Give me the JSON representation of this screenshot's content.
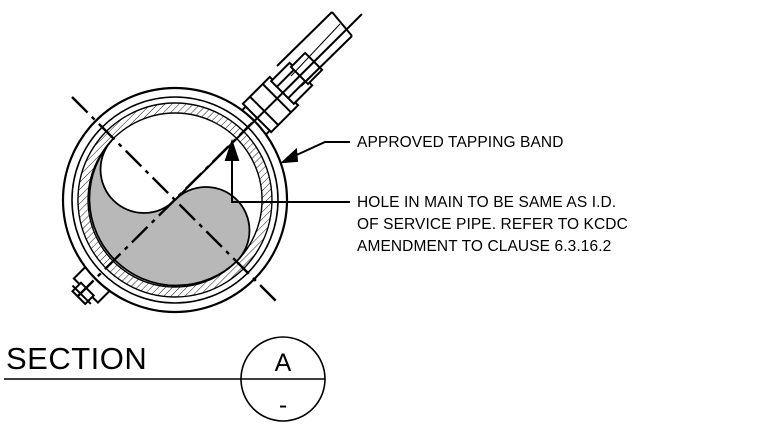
{
  "labels": {
    "tapping_band": "APPROVED TAPPING BAND",
    "hole_note_line1": "HOLE IN MAIN TO BE SAME AS I.D.",
    "hole_note_line2": "OF SERVICE PIPE. REFER TO KCDC",
    "hole_note_line3": "AMENDMENT TO CLAUSE 6.3.16.2"
  },
  "section_marker": {
    "title": "SECTION",
    "letter": "A",
    "sheet": "-"
  },
  "colors": {
    "ink": "#000000",
    "fill_grey": "#b8b8b8",
    "background": "#ffffff"
  }
}
